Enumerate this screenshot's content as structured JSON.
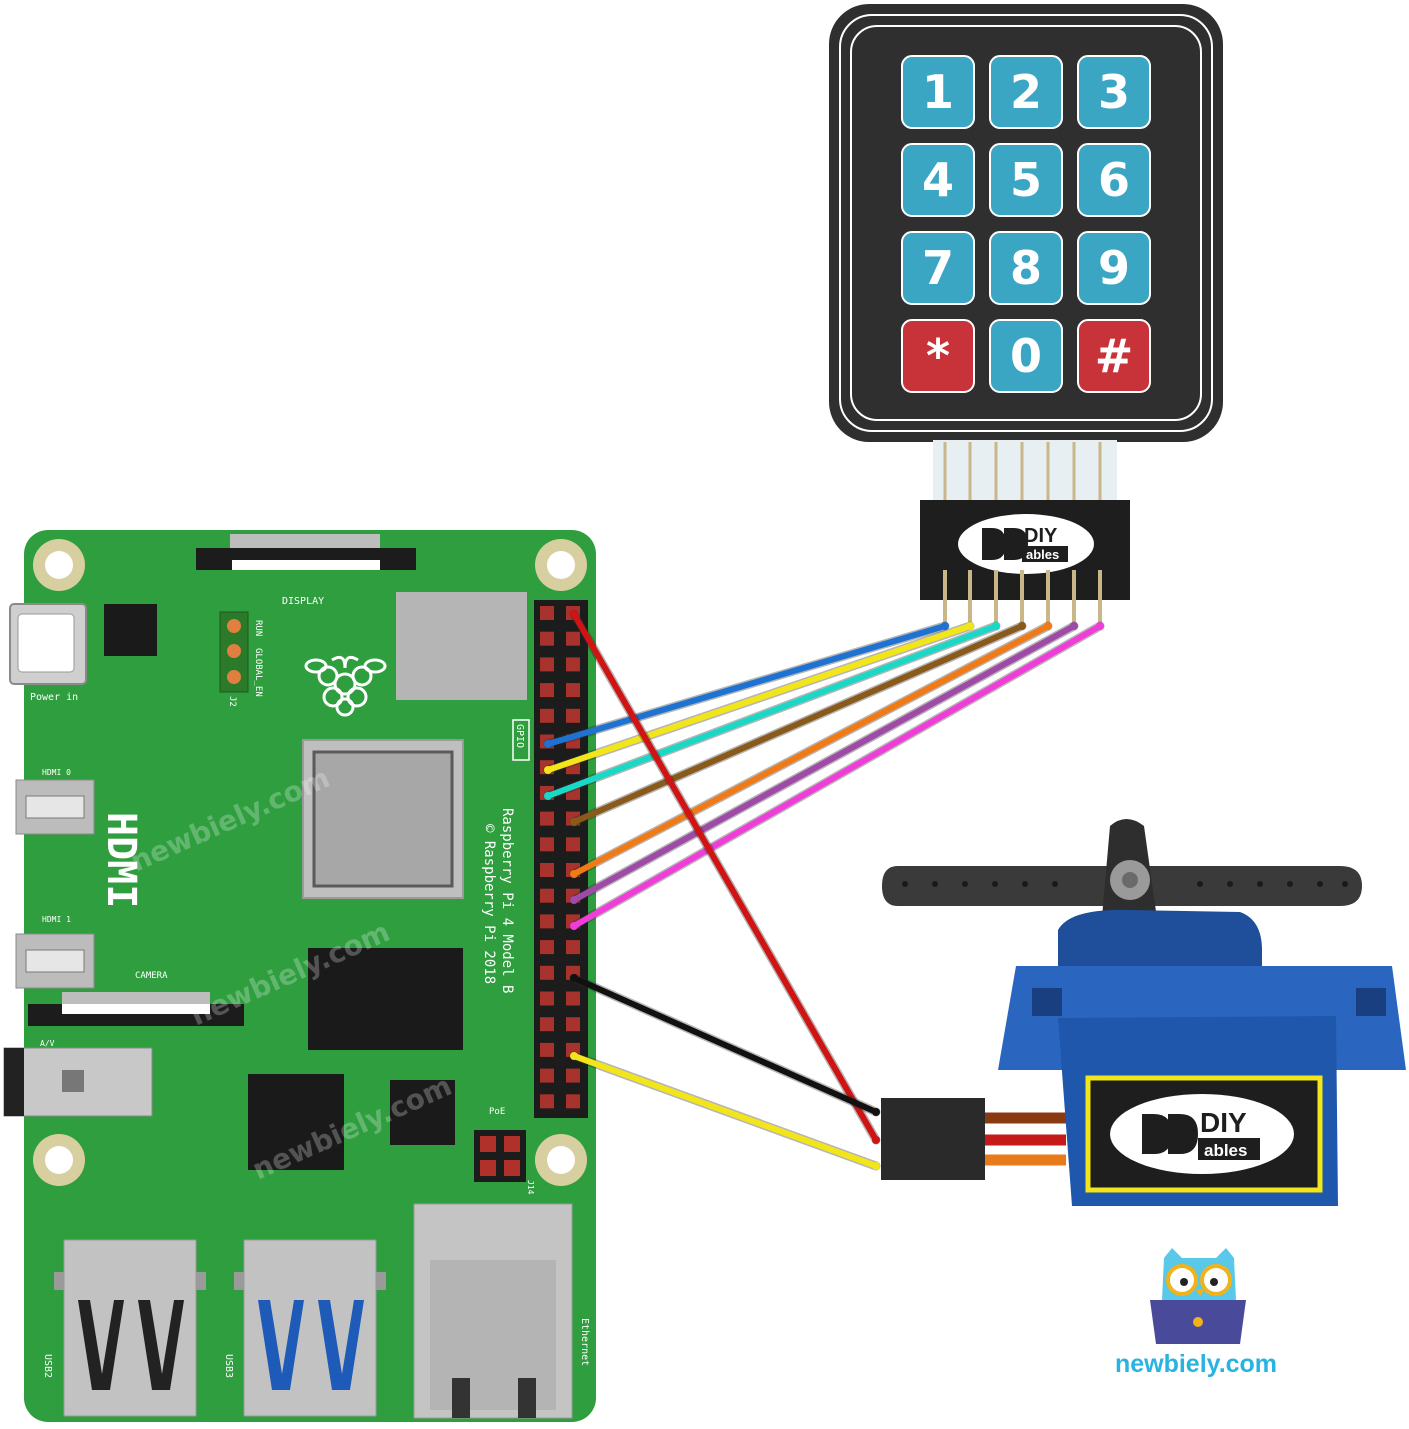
{
  "keypad": {
    "keys": [
      "1",
      "2",
      "3",
      "4",
      "5",
      "6",
      "7",
      "8",
      "9",
      "*",
      "0",
      "#"
    ],
    "key_color": "#3aa6c4",
    "special_key_color": "#c8333a",
    "frame_color": "#2f2f2f",
    "connector_logo_top": "DIY",
    "connector_logo_bottom": "ables"
  },
  "pi_board": {
    "board_color": "#2f9e3f",
    "label_display": "DISPLAY",
    "label_power": "Power in",
    "label_run": "RUN",
    "label_global_en": "GLOBAL_EN",
    "label_j2": "J2",
    "label_gpio": "GPIO",
    "label_model": "Raspberry Pi 4 Model B",
    "label_copyright": "© Raspberry Pi 2018",
    "label_hdmi0": "HDMI 0",
    "label_hdmi1": "HDMI 1",
    "label_hdmi_big": "HDMI",
    "label_camera": "CAMERA",
    "label_av": "A/V",
    "label_poe": "PoE",
    "label_j14": "J14",
    "label_usb2": "USB2",
    "label_usb3": "USB3",
    "label_ethernet": "Ethernet"
  },
  "servo": {
    "body_color": "#1f5fb0",
    "logo_top": "DIY",
    "logo_bottom": "ables"
  },
  "wires": {
    "keypad_colors": [
      "#1e73d2",
      "#f2e51a",
      "#19d9c6",
      "#8a5a1a",
      "#f07a16",
      "#a04aa8",
      "#f03cd8"
    ],
    "servo_vcc": "#d01414",
    "servo_gnd": "#111111",
    "servo_signal": "#f2e51a"
  },
  "watermarks": [
    "newbiely.com",
    "newbiely.com",
    "newbiely.com"
  ],
  "brand": {
    "site": "newbiely.com",
    "color": "#28b3e0"
  }
}
